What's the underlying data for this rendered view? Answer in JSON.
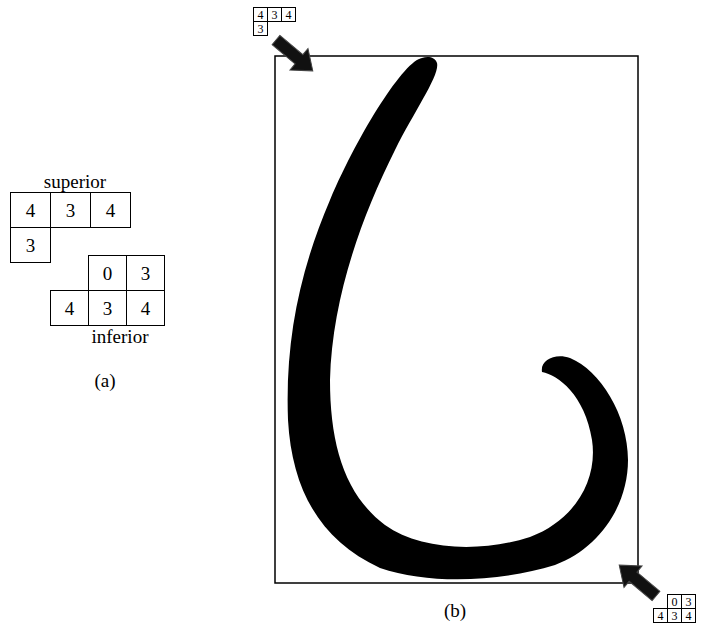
{
  "diagram": {
    "labels": [
      "superior",
      "4",
      "3",
      "4",
      "3",
      "0",
      "3",
      "4",
      "3",
      "4",
      "inferior",
      "(a)",
      "4",
      "3",
      "4",
      "3",
      "(b)",
      "0",
      "3",
      "4",
      "3",
      "4"
    ]
  }
}
